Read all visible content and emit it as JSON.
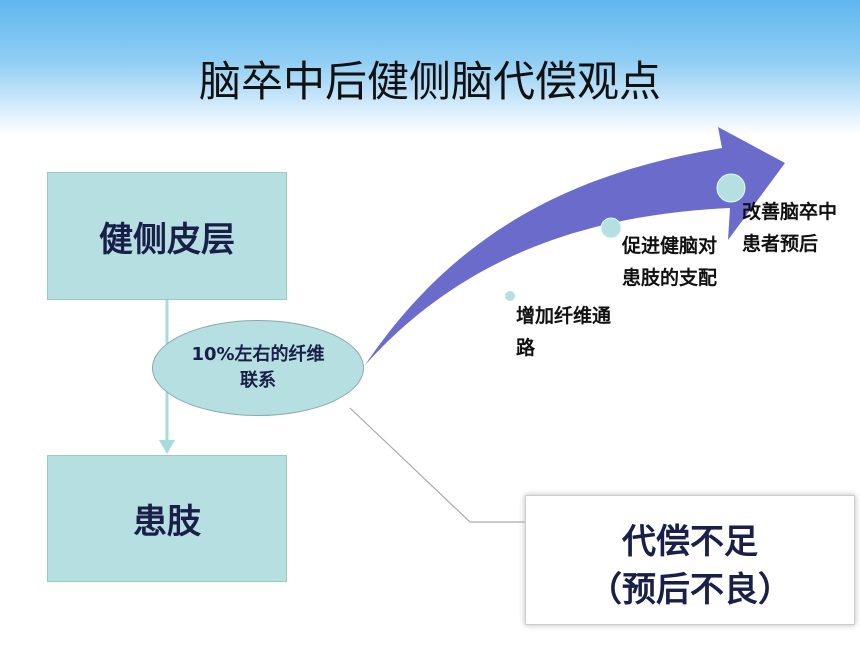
{
  "title": "脑卒中后健侧脑代偿观点",
  "box_top": "健侧皮层",
  "box_bottom": "患肢",
  "ellipse": "10%左右的纤维联系",
  "steps": [
    "增加纤维通路",
    "促进健脑对患肢的支配",
    "改善脑卒中患者预后"
  ],
  "result_line1": "代偿不足",
  "result_line2": "（预后不良）",
  "colors": {
    "arrow": "#6b6bcc",
    "box": "#b5dfe0",
    "text": "#1a1f4a"
  }
}
